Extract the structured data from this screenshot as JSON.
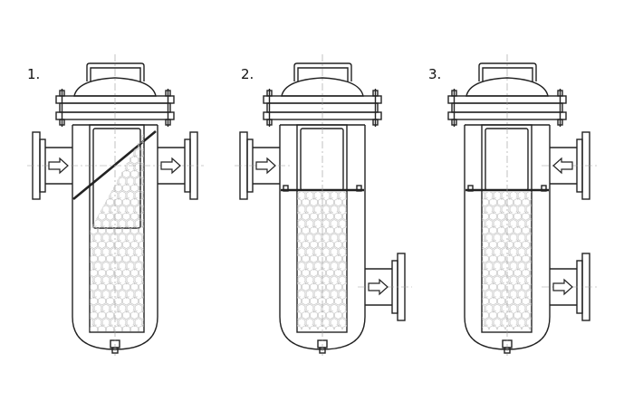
{
  "labels": [
    "1.",
    "2.",
    "3."
  ],
  "colors": {
    "line": "#222222",
    "mesh": "#bbbbbb",
    "center": "#999999",
    "background": "#ffffff"
  }
}
